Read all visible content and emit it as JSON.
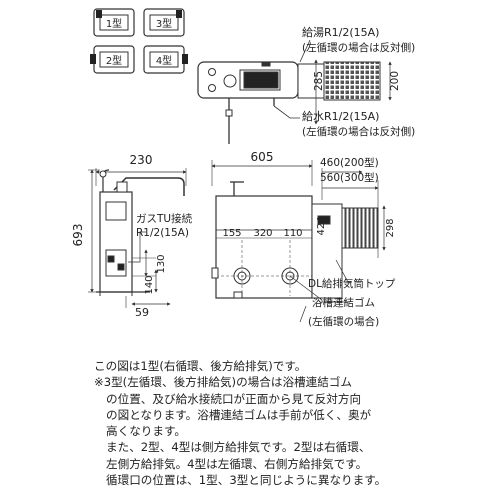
{
  "legend": {
    "type1": "1型",
    "type2": "2型",
    "type3": "3型",
    "type4": "4型"
  },
  "top_view": {
    "hot_label": "給湯R1/2(15A)",
    "hot_note": "(左循環の場合は反対側)",
    "water_label": "給水R1/2(15A)",
    "water_note": "(左循環の場合は反対側)",
    "dim_285": "285",
    "dim_200": "200"
  },
  "side_view": {
    "dim_width": "230",
    "dim_height": "693",
    "gas_label_1": "ガスTU接続",
    "gas_label_2": "R1/2(15A)",
    "dim_130": "130",
    "dim_140": "140",
    "dim_59": "59"
  },
  "front_view": {
    "dim_width": "605",
    "dim_460": "460(200型)",
    "dim_560": "560(300型)",
    "dim_155": "155",
    "dim_320": "320",
    "dim_110": "110",
    "dim_424": "424",
    "dim_298": "298",
    "label_dl": "DL給排気筒トップ",
    "label_gum": "浴槽連結ゴム",
    "label_gum_note": "(左循環の場合)"
  },
  "notes": [
    "この図は1型(右循環、後方給排気)です。",
    "※3型(左循環、後方排給気)の場合は浴槽連結ゴム",
    "の位置、及び給水接続口が正面から見て反対方向",
    "の図となります。浴槽連結ゴムは手前が低く、奥が",
    "高くなります。",
    "また、2型、4型は側方給排気です。2型は右循環、",
    "左側方給排気。4型は左循環、右側方給排気です。",
    "循環口の位置は、1型、3型と同じように異なります。"
  ]
}
